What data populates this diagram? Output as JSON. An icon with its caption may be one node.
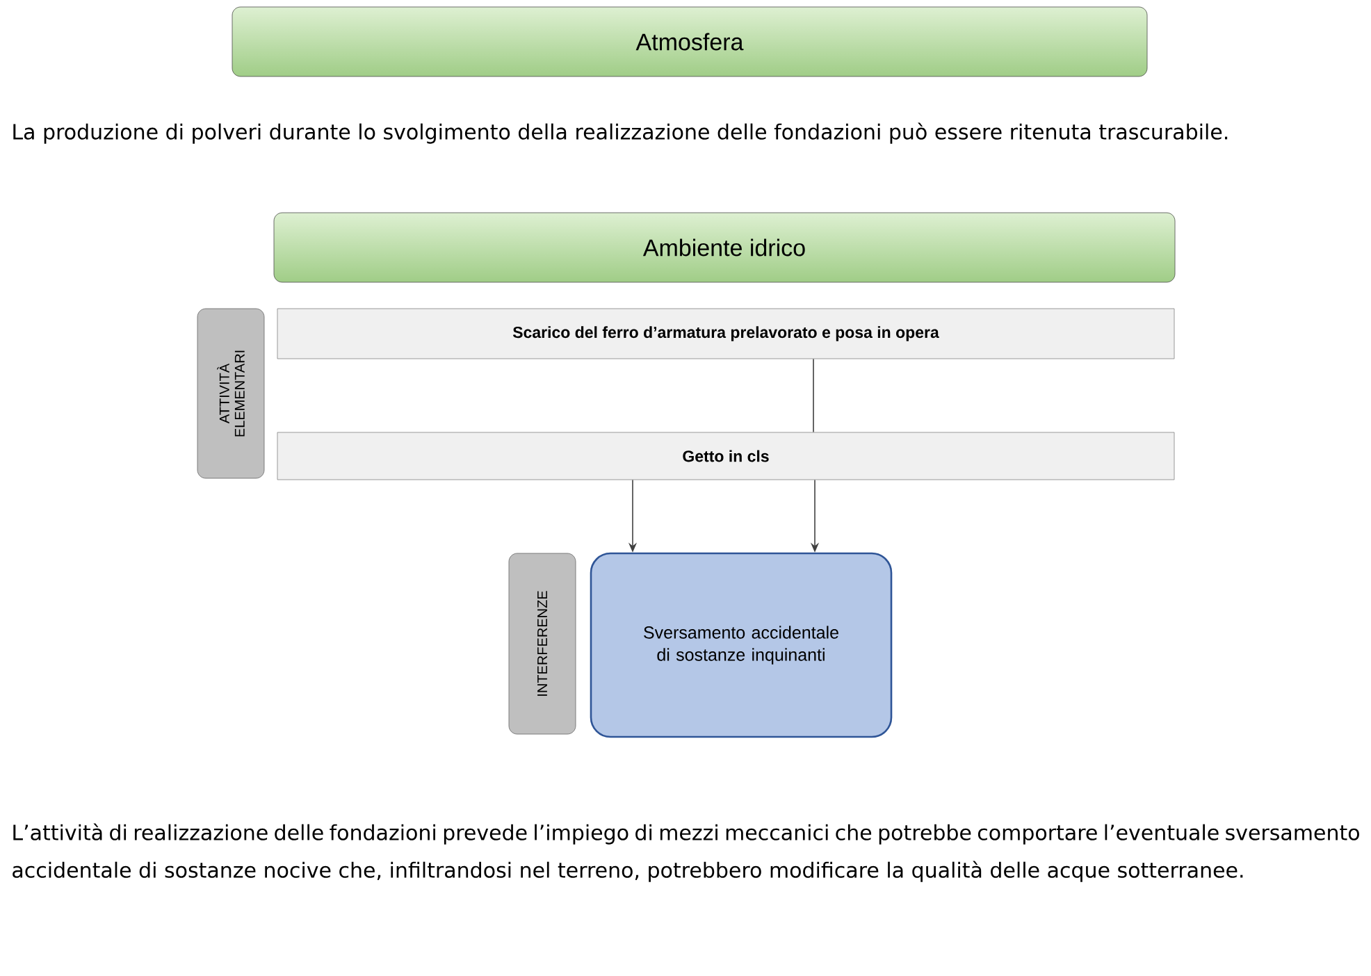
{
  "diagram": {
    "nodes": [
      {
        "text": [
          "Atmosfera"
        ]
      },
      {
        "text": [
          "Ambiente idrico"
        ]
      },
      {
        "text": [
          "ATTIVITÀ ELEMENTARI"
        ]
      },
      {
        "text": [
          "Scarico del ferro d’armatura prelavorato e posa in opera"
        ]
      },
      {
        "text": [
          "Getto in cls"
        ]
      },
      {
        "text": [
          "INTERFERENZE"
        ]
      },
      {
        "text": [
          "Sversamento accidentale di sostanze inquinanti"
        ]
      }
    ],
    "edges": [
      {
        "from": 3,
        "to": 4,
        "arrow": "none"
      },
      {
        "from": 4,
        "to": 6,
        "arrow": "to"
      },
      {
        "from": 4,
        "to": 6,
        "arrow": "to"
      }
    ],
    "labels": [
      "La produzione di polveri durante lo svolgimento della realizzazione delle fondazioni può essere ritenuta trascurabile.",
      "L’attività di realizzazione delle fondazioni prevede l’impiego di mezzi meccanici che potrebbe comportare l’eventuale sversamento accidentale di sostanze nocive che, infiltrandosi nel terreno, potrebbero modificare la qualità delle acque sotterranee."
    ]
  }
}
